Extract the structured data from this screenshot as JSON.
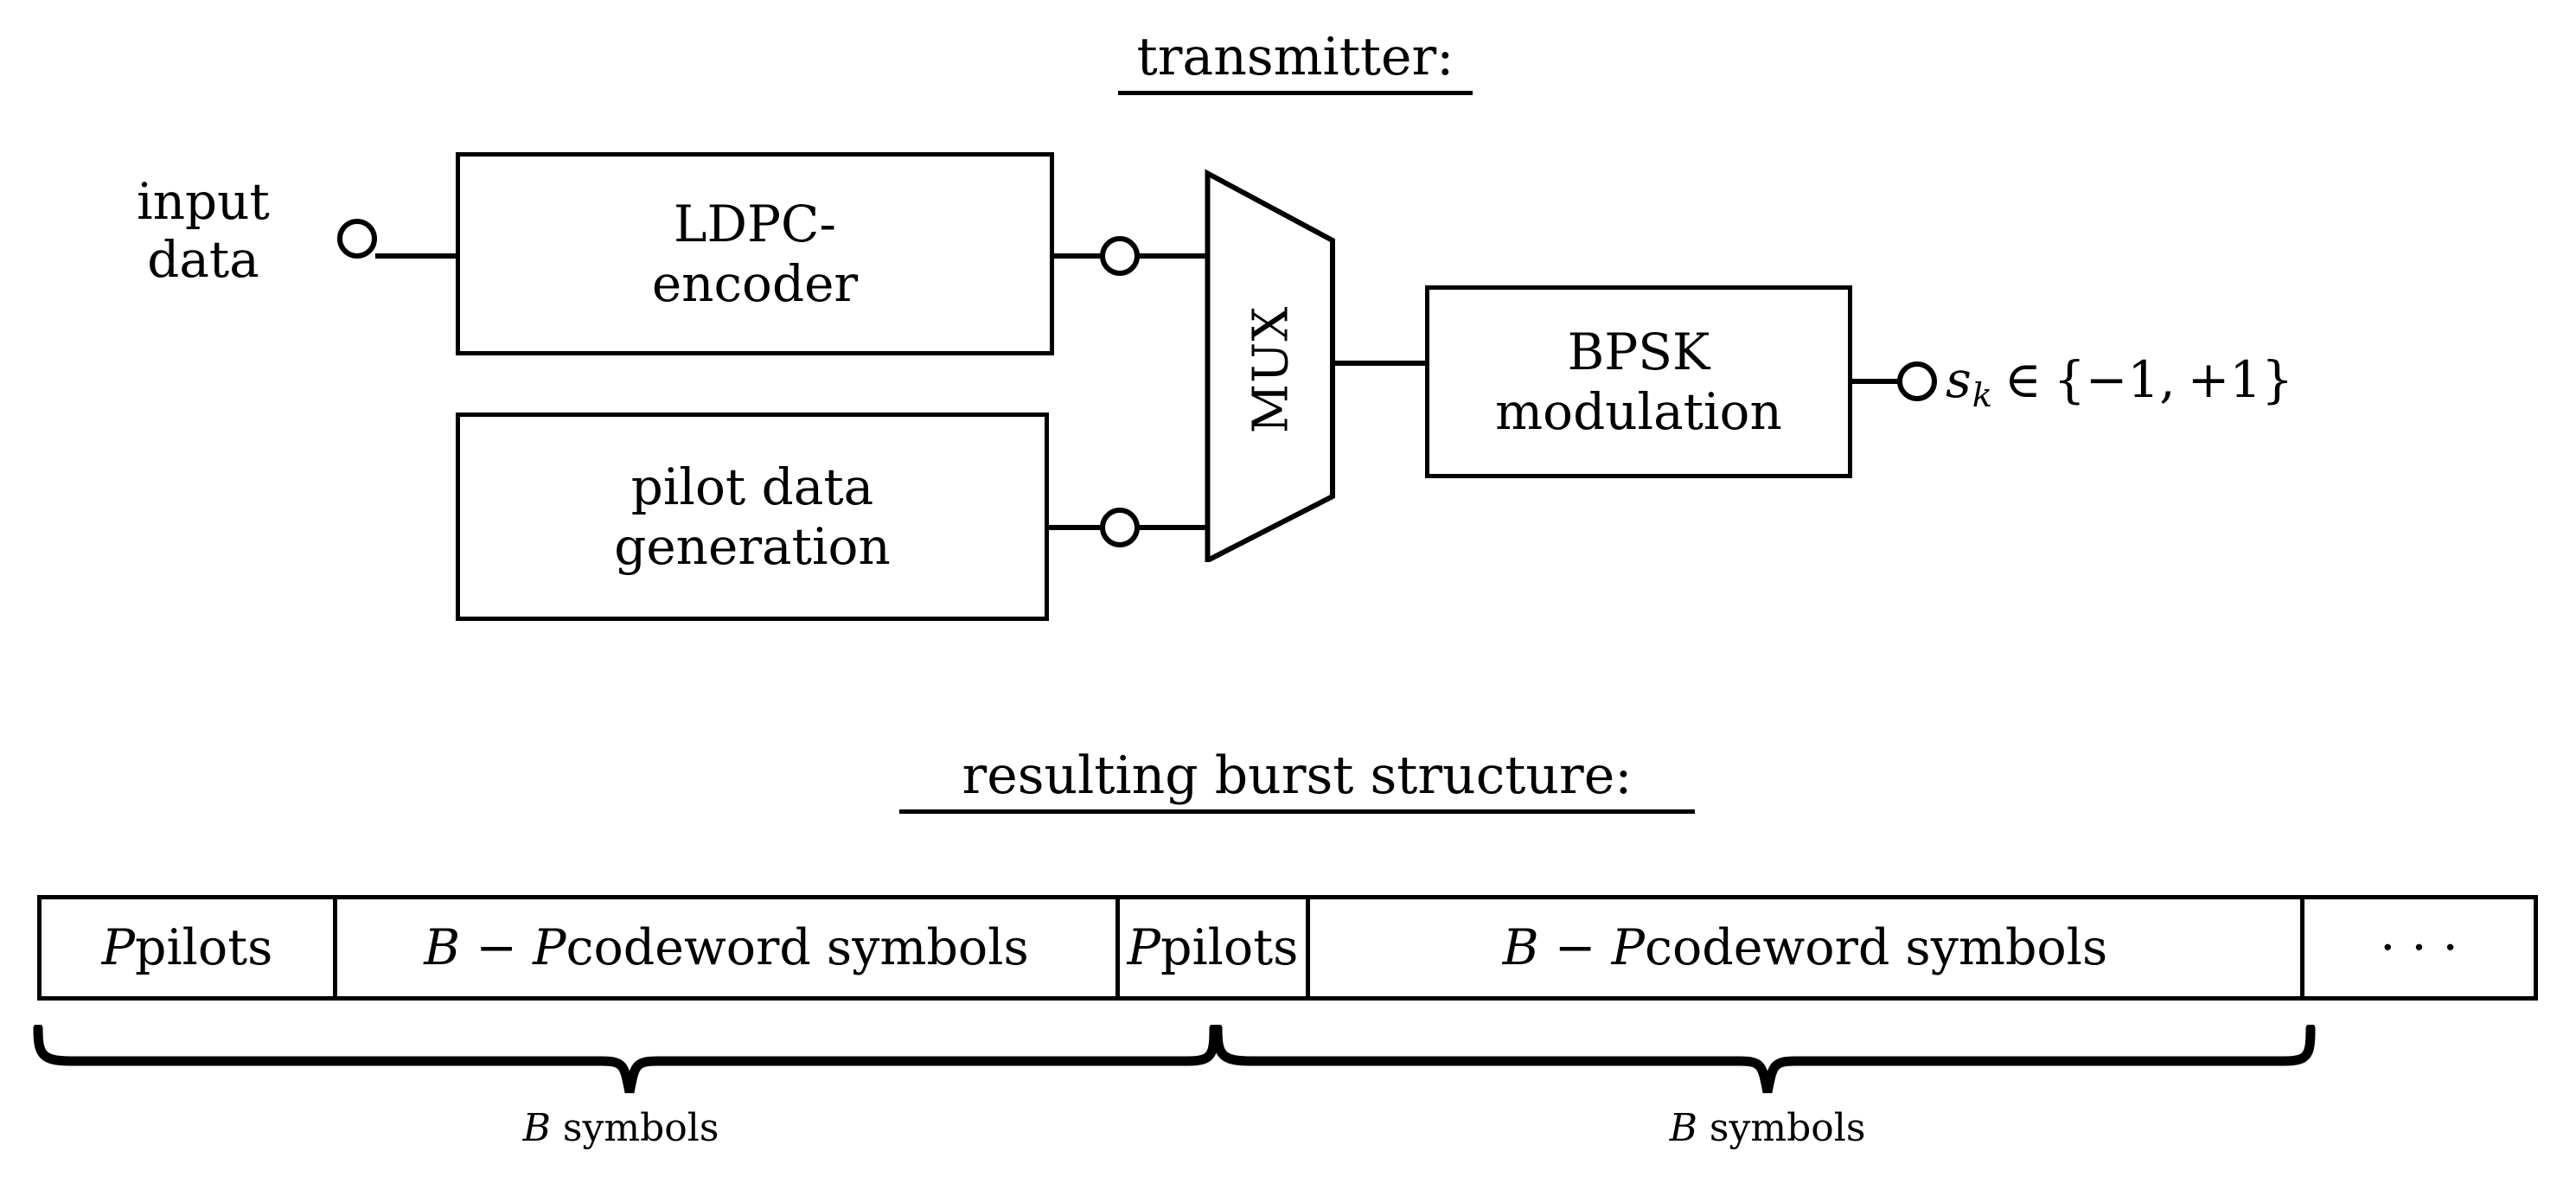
{
  "figure": {
    "type": "block-diagram",
    "background": "#ffffff",
    "ink": "#000000"
  },
  "transmitter": {
    "title": "transmitter:",
    "input_label_line1": "input",
    "input_label_line2": "data",
    "blocks": [
      {
        "id": "ldpc",
        "line1": "LDPC-",
        "line2": "encoder"
      },
      {
        "id": "pilot",
        "line1": "pilot data",
        "line2": "generation"
      },
      {
        "id": "bpsk",
        "line1": "BPSK",
        "line2": "modulation"
      }
    ],
    "mux": {
      "label": "MUX"
    },
    "output": {
      "symbol": "s",
      "subscript": "k",
      "relation": "∈",
      "set_open": "{",
      "value_neg": "−1",
      "separator": ",",
      "value_pos": "+1",
      "set_close": "}",
      "full_text": "s_k ∈ {−1, +1}"
    },
    "node_count": 4
  },
  "burst": {
    "title": "resulting burst structure:",
    "cells": [
      {
        "id": "pilots-1",
        "prefix": "P",
        "text": " pilots"
      },
      {
        "id": "codeword-1",
        "prefix": "B − P",
        "text": " codeword symbols"
      },
      {
        "id": "pilots-2",
        "prefix": "P",
        "text": " pilots"
      },
      {
        "id": "codeword-2",
        "prefix": "B − P",
        "text": " codeword symbols"
      },
      {
        "id": "ellipsis",
        "prefix": "",
        "text": "· · ·"
      }
    ],
    "braces": [
      {
        "id": "brace-1",
        "label_var": "B",
        "label_text": " symbols"
      },
      {
        "id": "brace-2",
        "label_var": "B",
        "label_text": " symbols"
      }
    ]
  }
}
